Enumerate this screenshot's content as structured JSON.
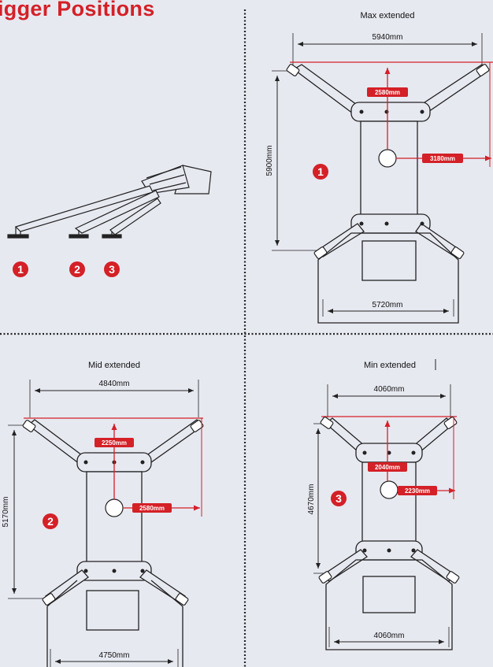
{
  "title": "igger Positions",
  "side_view": {
    "badges": [
      "1",
      "2",
      "3"
    ]
  },
  "panels": {
    "max": {
      "title": "Max extended",
      "top_width": "5940mm",
      "bottom_width": "5720mm",
      "height": "5900mm",
      "red_vertical": "2580mm",
      "red_horizontal": "3180mm",
      "badge": "1"
    },
    "mid": {
      "title": "Mid extended",
      "top_width": "4840mm",
      "bottom_width": "4750mm",
      "height": "5170mm",
      "red_vertical": "2250mm",
      "red_horizontal": "2580mm",
      "badge": "2"
    },
    "min": {
      "title": "Min extended",
      "top_width": "4060mm",
      "bottom_width": "4060mm",
      "height": "4670mm",
      "red_vertical": "2040mm",
      "red_horizontal": "2230mm",
      "badge": "3"
    }
  },
  "colors": {
    "accent_red": "#d42027",
    "line": "#222222",
    "background": "#e7e9f1"
  }
}
